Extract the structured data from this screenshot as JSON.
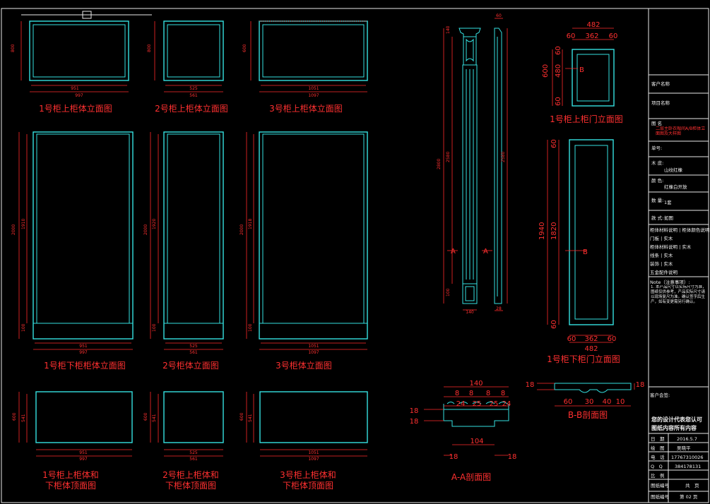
{
  "captions": {
    "c1": "1号柜上柜体立面图",
    "c2": "2号柜上柜体立面图",
    "c3": "3号柜上柜体立面图",
    "c4": "1号柜下柜柜体立面图",
    "c5": "2号柜体立面图",
    "c6": "3号柜体立面图",
    "c7a": "1号柜上柜体和",
    "c7b": "下柜体顶面图",
    "c8a": "2号柜上柜体和",
    "c8b": "下柜体顶面图",
    "c9a": "3号柜上柜体和",
    "c9b": "下柜体顶面图",
    "door_upper": "1号柜上柜门立面图",
    "door_lower": "1号柜下柜门立面图",
    "section_aa": "A-A剖面图",
    "section_bb": "B-B剖面图"
  },
  "dims": {
    "u1_inner": "951",
    "u1_outer": "997",
    "u1_h": "800",
    "u2_inner": "525",
    "u2_outer": "561",
    "u2_h": "800",
    "u3_inner": "1051",
    "u3_outer": "1097",
    "u3_h": "600",
    "l1_inner": "951",
    "l1_outer": "997",
    "l1_h": "2000",
    "l1_h2": "1910",
    "l1_b": "100",
    "l2_inner": "525",
    "l2_outer": "561",
    "l2_h": "2000",
    "l2_h2": "1920",
    "l2_b": "100",
    "l3_inner": "1051",
    "l3_outer": "1097",
    "l3_h": "2000",
    "l3_h2": "1918",
    "l3_b": "100",
    "t1_inner": "951",
    "t1_outer": "997",
    "t1_h": "600",
    "t1_h2": "541",
    "t2_inner": "525",
    "t2_outer": "561",
    "t2_h": "600",
    "t2_h2": "541",
    "t3_inner": "1051",
    "t3_outer": "1097",
    "t3_h": "600",
    "t3_h2": "541",
    "pil_top": "140",
    "pil_h": "2800",
    "pil_h2": "2580",
    "pil_bot": "100",
    "pil_w": "140",
    "pil_side_h": "2580",
    "pil_side_w": "60",
    "pil_side_bot": "28",
    "du_w": "482",
    "du_w2": "362",
    "du_m1": "60",
    "du_m2": "60",
    "du_h": "600",
    "du_h2": "480",
    "du_s1": "60",
    "du_s2": "60",
    "dl_h": "1940",
    "dl_h2": "1820",
    "dl_s1": "60",
    "dl_s2": "60",
    "dl_w": "482",
    "dl_w2": "362",
    "dl_m1": "60",
    "dl_m2": "60",
    "aa_w": "140",
    "aa_a": "8",
    "aa_b": "8",
    "aa_c": "8",
    "aa_d": "8",
    "aa_e": "24",
    "aa_f": "25",
    "aa_g": "25",
    "aa_h": "24",
    "aa_i": "18",
    "aa_j": "18",
    "aa_k": "104",
    "aa_l": "18",
    "aa_m": "18",
    "bb_a": "18",
    "bb_b": "60",
    "bb_c": "30",
    "bb_d": "40",
    "bb_e": "10",
    "bb_f": "18",
    "sec_a": "A",
    "sec_b": "B"
  },
  "title_block": {
    "r1": "客户名称",
    "r2": "项目名称",
    "r3": "图 名",
    "r3v": "二层主卧衣帽间A/B柜体立面图及大样图",
    "r4": "单号:",
    "r5": "木 皮:",
    "r5v": "山纹红橡",
    "r6": "颜 色:",
    "r6v": "红橡白开放",
    "r7": "数 量:",
    "r7v": "1套",
    "r8": "款 式:",
    "r8v": "如图",
    "specs": [
      "柜体材料说明 | 柜体颜色说明",
      "门板 | 实木",
      "柜体材料说明 | 实木",
      "线条 | 实木",
      "装饰 | 实木",
      "五金配件说明"
    ],
    "note_title": "Note（注意事项）:",
    "note_body": "1. 本产品尺寸以实际尺寸为准，图纸仅供参考，产品实际尺寸请以现场复尺为准。确认签字后生产，如有变更需另行确认。",
    "client": "客户会签:",
    "copyright_1": "您的设计代表您认可",
    "copyright_2": "图纸内容所有内容",
    "rows": [
      {
        "k": "日　期",
        "v": "2016.5.7"
      },
      {
        "k": "绘　图",
        "v": "吴晓平"
      },
      {
        "k": "电　话",
        "v": "17767310026"
      },
      {
        "k": "Q　Q",
        "v": "384178131"
      },
      {
        "k": "比　例",
        "v": ""
      },
      {
        "k": "图纸编号",
        "v": "共　页"
      },
      {
        "k": "图纸编号",
        "v": "第 02 页"
      }
    ]
  }
}
